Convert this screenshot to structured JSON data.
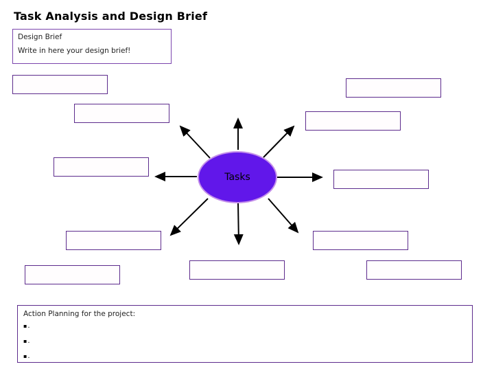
{
  "page": {
    "title": "Task Analysis and Design Brief"
  },
  "design_brief": {
    "label": "Design Brief",
    "prompt": "Write in here your design brief!"
  },
  "diagram": {
    "center_label": "Tasks",
    "task_boxes": [
      "",
      "",
      "",
      "",
      "",
      "",
      "",
      "",
      "",
      "",
      ""
    ],
    "colors": {
      "ellipse_fill": "#6117ea",
      "ellipse_edge": "#c490ea",
      "task_box_border": "#5c2a8c",
      "brief_box_border": "#7a44ad",
      "arrow": "#000000"
    }
  },
  "action_planning": {
    "heading": "Action Planning for the project:",
    "bullet_char": "▪",
    "bullets": [
      ".",
      ".",
      "."
    ]
  }
}
